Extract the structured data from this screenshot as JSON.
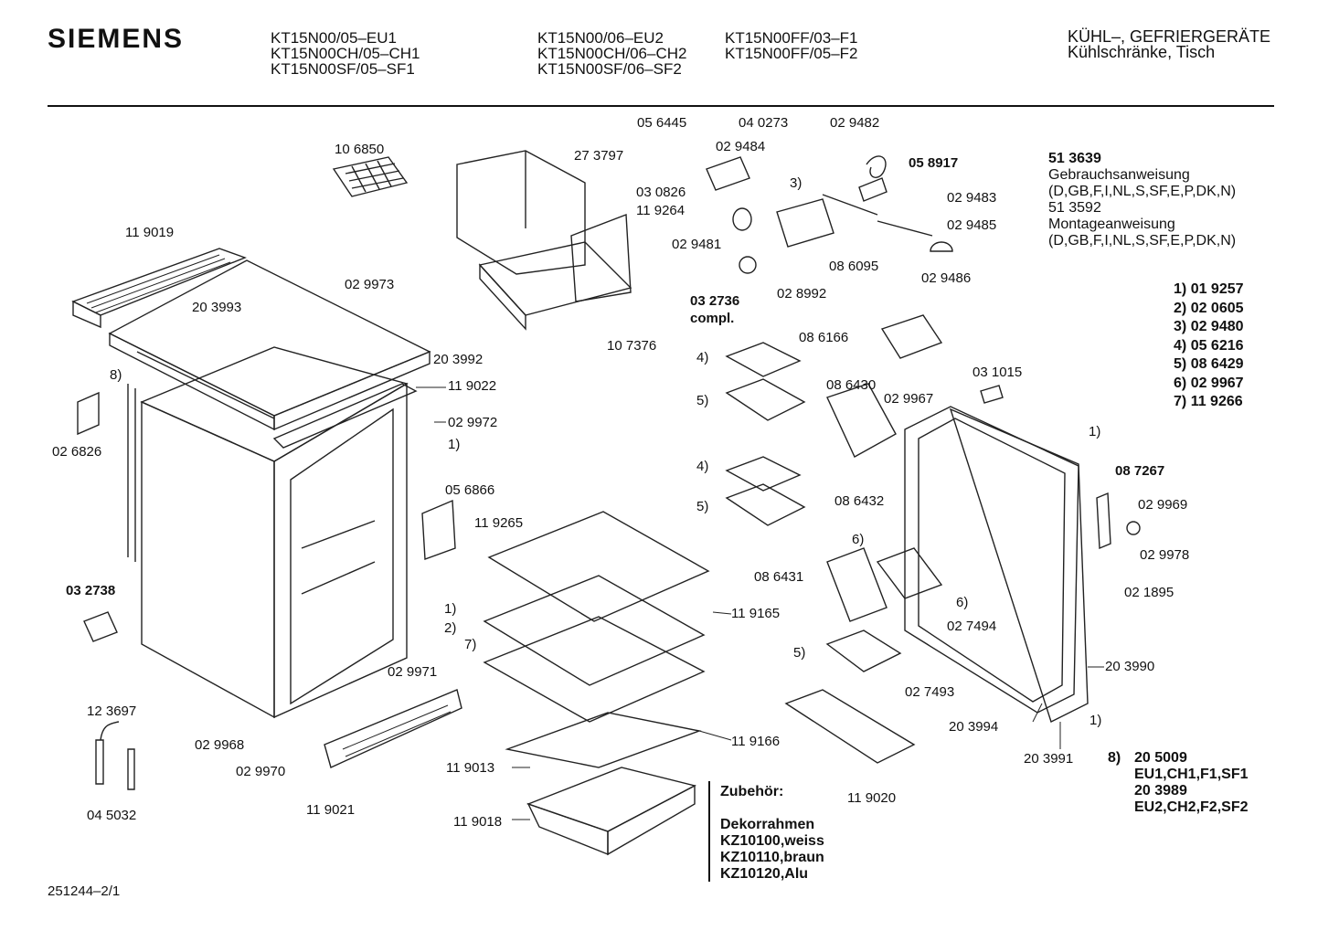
{
  "header": {
    "brand": "SIEMENS",
    "models_col1": [
      "KT15N00/05–EU1",
      "KT15N00CH/05–CH1",
      "KT15N00SF/05–SF1"
    ],
    "models_col2": [
      "KT15N00/06–EU2",
      "KT15N00CH/06–CH2",
      "KT15N00SF/06–SF2"
    ],
    "models_col3": [
      "KT15N00FF/03–F1",
      "KT15N00FF/05–F2"
    ],
    "category_line1": "KÜHL–, GEFRIERGERÄTE",
    "category_line2": "Kühlschränke, Tisch"
  },
  "documents": {
    "user_manual_no": "51 3639",
    "user_manual_label": "Gebrauchsanweisung",
    "user_manual_langs": "(D,GB,F,I,NL,S,SF,E,P,DK,N)",
    "install_manual_no": "51 3592",
    "install_manual_label": "Montageanweisung",
    "install_manual_langs": "(D,GB,F,I,NL,S,SF,E,P,DK,N)"
  },
  "legend": [
    {
      "key": "1)",
      "part": "01 9257"
    },
    {
      "key": "2)",
      "part": "02 0605"
    },
    {
      "key": "3)",
      "part": "02 9480"
    },
    {
      "key": "4)",
      "part": "05 6216"
    },
    {
      "key": "5)",
      "part": "08 6429"
    },
    {
      "key": "6)",
      "part": "02 9967"
    },
    {
      "key": "7)",
      "part": "11 9266"
    }
  ],
  "variant_note": {
    "key": "8)",
    "part_a": "20 5009",
    "variants_a": "EU1,CH1,F1,SF1",
    "part_b": "20 3989",
    "variants_b": "EU2,CH2,F2,SF2"
  },
  "accessories": {
    "heading": "Zubehör:",
    "item_heading": "Dekorrahmen",
    "items": [
      "KZ10100,weiss",
      "KZ10110,braun",
      "KZ10120,Alu"
    ]
  },
  "footer": {
    "drawing_number": "251244–2/1"
  },
  "part_labels": {
    "p_106850": "10 6850",
    "p_119019": "11 9019",
    "p_203993": "20 3993",
    "p_029973": "02 9973",
    "p_203992": "20 3992",
    "p_119022": "11 9022",
    "p_029972": "02 9972",
    "p_key1_a": "1)",
    "p_key8": "8)",
    "p_026826": "02 6826",
    "p_056866": "05 6866",
    "p_032738": "03 2738",
    "p_key1_b": "1)",
    "p_key2": "2)",
    "p_029971": "02 9971",
    "p_123697": "12 3697",
    "p_029968": "02 9968",
    "p_029970": "02 9970",
    "p_045032": "04 5032",
    "p_119021": "11 9021",
    "p_273797": "27 3797",
    "p_030826": "03 0826",
    "p_119264": "11 9264",
    "p_107376": "10 7376",
    "p_056445": "05 6445",
    "p_040273": "04 0273",
    "p_029482": "02 9482",
    "p_029484": "02 9484",
    "p_058917": "05 8917",
    "p_key3": "3)",
    "p_029483": "02 9483",
    "p_029485": "02 9485",
    "p_029481": "02 9481",
    "p_086095": "08 6095",
    "p_029486": "02 9486",
    "p_028992": "02 8992",
    "p_032736": "03 2736",
    "p_compl": "compl.",
    "p_119265": "11 9265",
    "p_119165": "11 9165",
    "p_key7": "7)",
    "p_119166": "11 9166",
    "p_119013": "11 9013",
    "p_119018": "11 9018",
    "p_086166": "08 6166",
    "p_key4_a": "4)",
    "p_key5_a": "5)",
    "p_086430": "08 6430",
    "p_029967": "02 9967",
    "p_031015": "03 1015",
    "p_key4_b": "4)",
    "p_key5_b": "5)",
    "p_086432": "08 6432",
    "p_key6_a": "6)",
    "p_086431": "08 6431",
    "p_key6_b": "6)",
    "p_027494": "02 7494",
    "p_key5_c": "5)",
    "p_027493": "02 7493",
    "p_119020": "11 9020",
    "p_key1_c": "1)",
    "p_087267": "08 7267",
    "p_029969": "02 9969",
    "p_029978": "02 9978",
    "p_021895": "02 1895",
    "p_203990": "20 3990",
    "p_key1_d": "1)",
    "p_203994": "20 3994",
    "p_203991": "20 3991"
  }
}
